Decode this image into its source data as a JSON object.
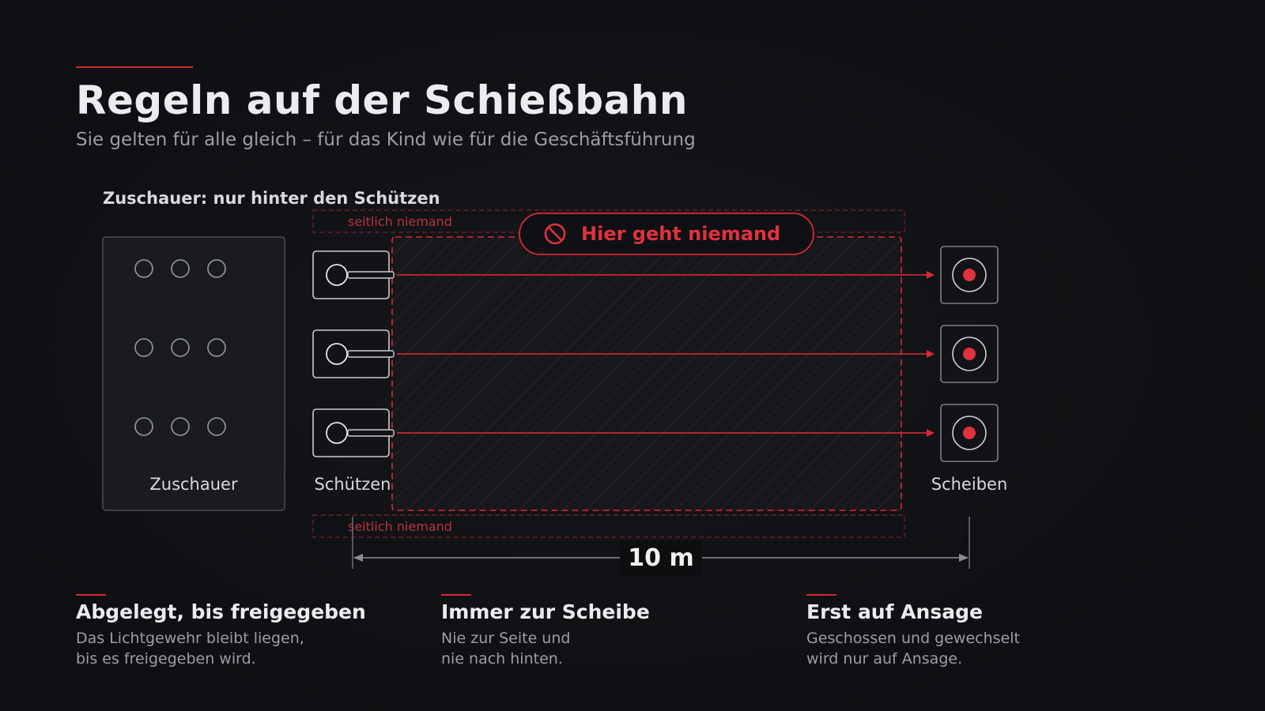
{
  "header": {
    "title": "Regeln auf der Schießbahn",
    "subtitle": "Sie gelten für alle gleich – für das Kind wie für die Geschäftsführung"
  },
  "diagram": {
    "spectators_note": "Zuschauer: nur hinter den Schützen",
    "side_zone_top": "seitlich niemand",
    "side_zone_bottom": "seitlich niemand",
    "no_entry_badge": "Hier geht niemand",
    "labels": {
      "spectators": "Zuschauer",
      "shooters": "Schützen",
      "targets": "Scheiben"
    },
    "distance": "10 m",
    "lane_count": 3,
    "spectator_rows": 3,
    "spectators_per_row": 3,
    "icons": [
      "prohibited-icon",
      "shooter-rifle-icon",
      "target-icon",
      "spectator-seat-icon"
    ]
  },
  "rules": [
    {
      "title": "Abgelegt, bis freigegeben",
      "text": "Das Lichtgewehr bleibt liegen,\nbis es freigegeben wird."
    },
    {
      "title": "Immer zur Scheibe",
      "text": "Nie zur Seite und\nnie nach hinten."
    },
    {
      "title": "Erst auf Ansage",
      "text": "Geschossen und gewechselt\nwird nur auf Ansage."
    }
  ],
  "colors": {
    "accent": "#d42a36",
    "background": "#111215",
    "text": "#ececef",
    "muted": "#9c9ea4"
  }
}
